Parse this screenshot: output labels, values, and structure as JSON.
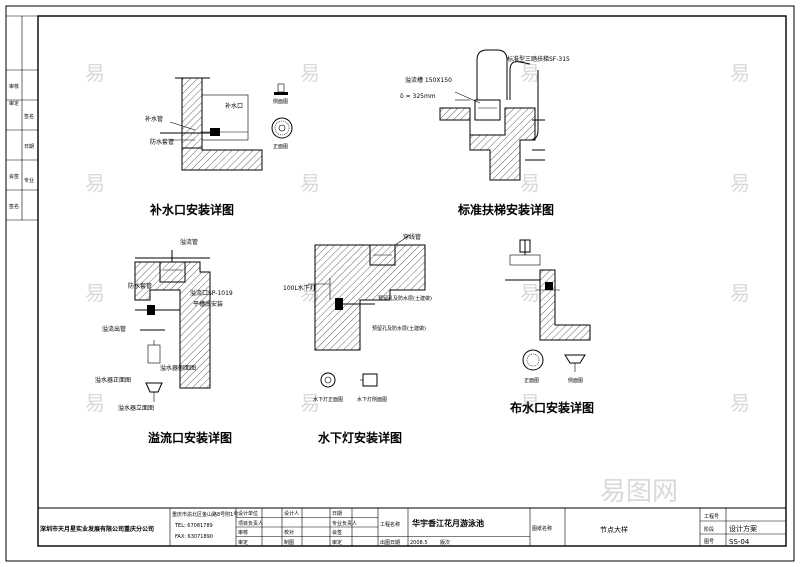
{
  "drawings": {
    "makeup_inlet": {
      "title": "补水口安装详图",
      "labels": {
        "inlet": "补水口",
        "makeup_pipe": "补水管",
        "waterproof_sleeve": "防水套管",
        "side_view": "侧面图",
        "front_view": "正面图"
      }
    },
    "ladder": {
      "title": "标准扶梯安装详图",
      "labels": {
        "ladder_model": "标准型三踏扶梯SF-315",
        "gutter": "溢流槽 150X150",
        "thickness": "δ = 325mm"
      }
    },
    "overflow": {
      "title": "溢流口安装详图",
      "labels": {
        "overflow_pipe": "溢流管",
        "overflow_inlet": "溢流口SP-1019",
        "flat_install": "平槽底安装",
        "waterproof_sleeve": "防水套管",
        "overflow_drain": "溢流出管",
        "filter_side": "溢水器侧面图",
        "filter_front": "溢水器正面图",
        "filter_top": "溢水器立面图"
      }
    },
    "underwater_light": {
      "title": "水下灯安装详图",
      "labels": {
        "conduit": "穿线管",
        "depth": "100L水下灯",
        "seal_upper": "预留孔及防水层(土建做)",
        "seal_lower": "预留孔及防水层(土建做)",
        "front_view": "水下灯正面图",
        "side_view": "水下灯侧面图"
      }
    },
    "distribution": {
      "title": "布水口安装详图",
      "labels": {
        "front_view": "正面图",
        "side_view": "侧面图"
      }
    }
  },
  "side_panel": {
    "labels": [
      "审核",
      "审定",
      "签名",
      "日期",
      "会签",
      "专业",
      "签名"
    ]
  },
  "title_block": {
    "company": "深圳市天月星实业发展有限公司重庆分公司",
    "address": "重庆市渝北区金山路8号附1号",
    "tel": "TEL: 67081789",
    "fax": "FAX: 63071890",
    "roles_left": [
      "设计单位",
      "项目负责人",
      "审核",
      "审定"
    ],
    "roles_mid": [
      "设计人",
      "校对",
      "制图"
    ],
    "roles_right": [
      "日期",
      "专业负责人",
      "会签",
      "审定"
    ],
    "project_label": "工程名称",
    "project_name": "华宇香江花月游泳池",
    "date_label": "出图日期",
    "date": "2008.5",
    "version_label": "版次",
    "drawing_label": "图纸名称",
    "drawing_name": "节点大样",
    "no_label": "工程号",
    "stage_label": "阶段",
    "stage": "设计方案",
    "sheet_label": "图号",
    "sheet": "SS-04"
  },
  "watermark": {
    "char": "易",
    "brand": "易图网"
  }
}
